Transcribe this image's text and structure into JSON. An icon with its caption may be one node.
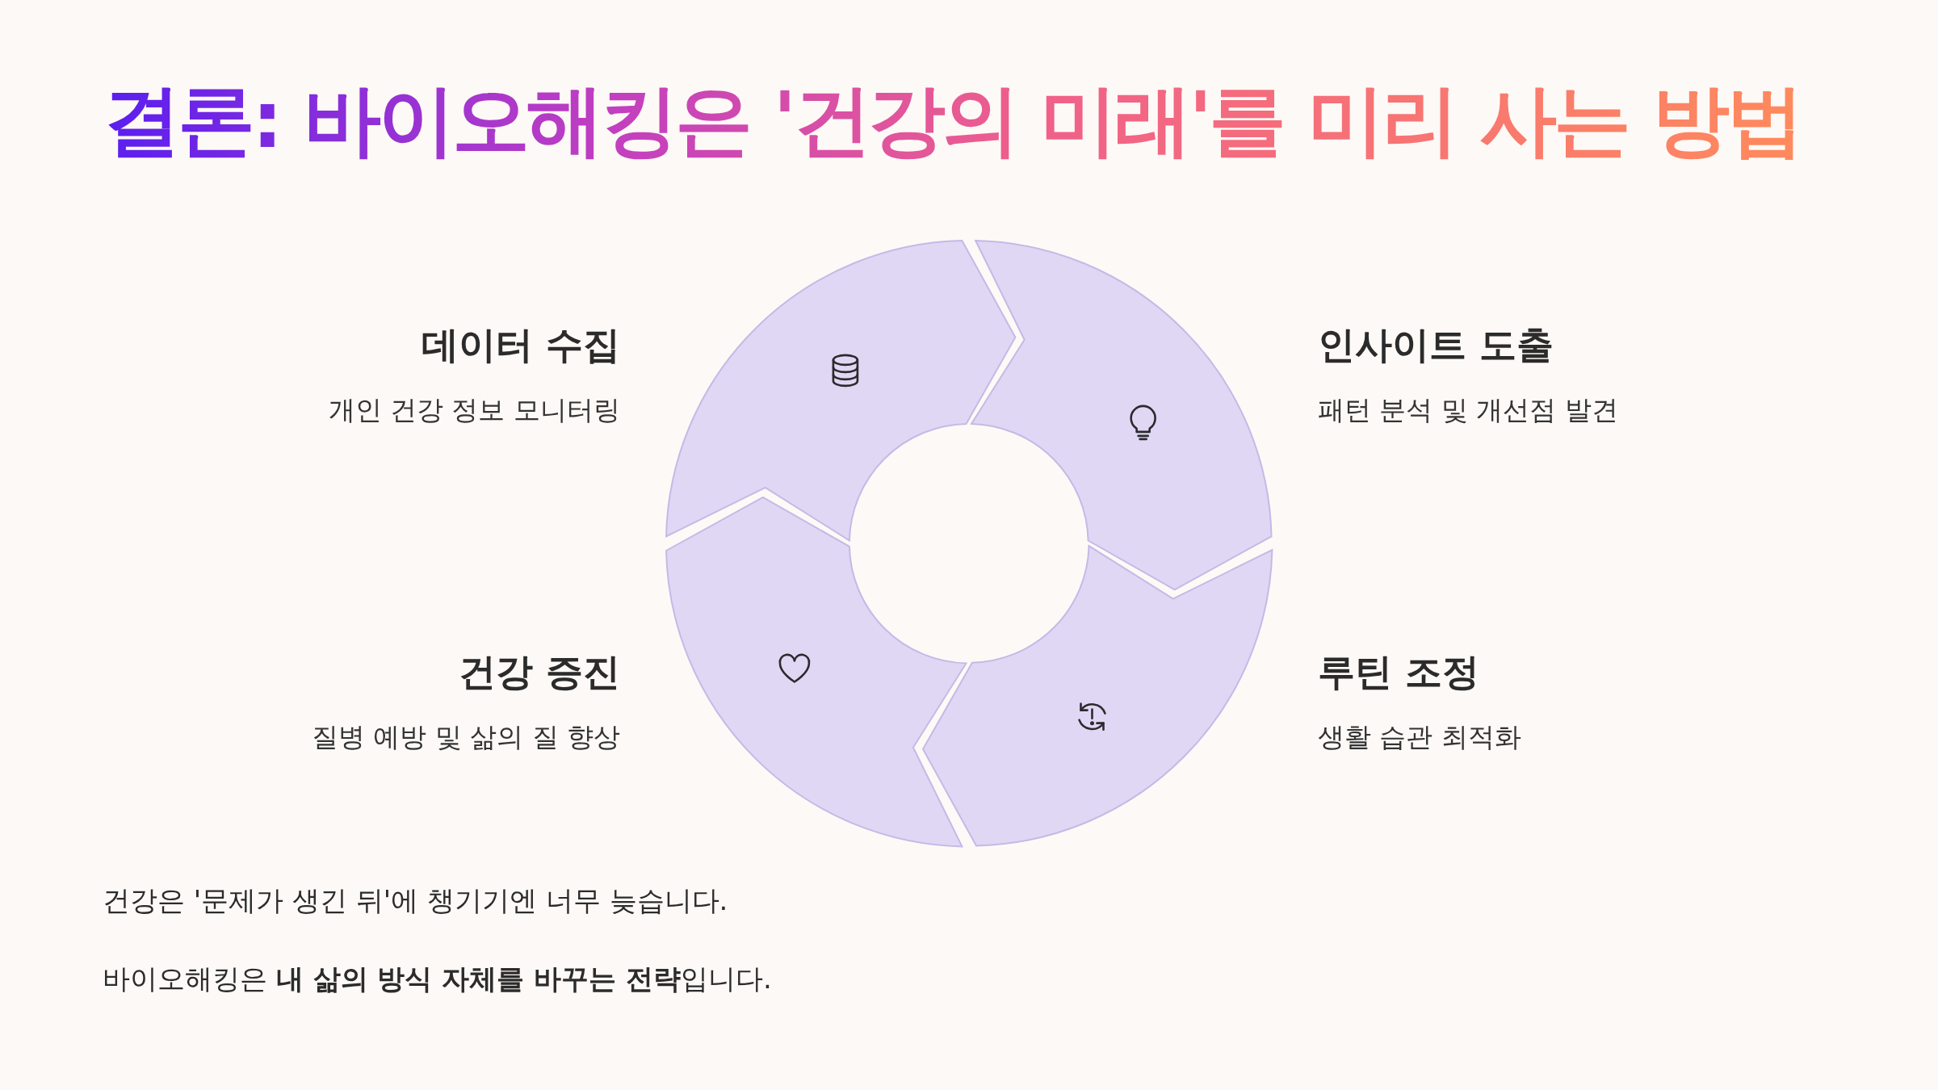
{
  "diagram": {
    "title": "결론: 바이오해킹은 '건강의 미래'를 미리 사는 방법",
    "nodes": [
      {
        "text": [],
        "shape": "arrow",
        "beside": [
          "데이터 수집",
          "개인 건강 정보 모니터링"
        ]
      },
      {
        "text": [],
        "shape": "arrow",
        "beside": [
          "인사이트 도출",
          "패턴 분석 및 개선점 발견"
        ]
      },
      {
        "text": [],
        "shape": "arrow",
        "beside": [
          "루틴 조정",
          "생활 습관 최적화"
        ]
      },
      {
        "text": [],
        "shape": "arrow",
        "beside": [
          "건강 증진",
          "질병 예방 및 삶의 질 향상"
        ]
      }
    ],
    "labels": [
      "건강은 '문제가 생긴 뒤'에 챙기기엔 너무 늦습니다.",
      "바이오해킹은 **내 삶의 방식 자체를 바꾸는 전략**입니다."
    ]
  }
}
